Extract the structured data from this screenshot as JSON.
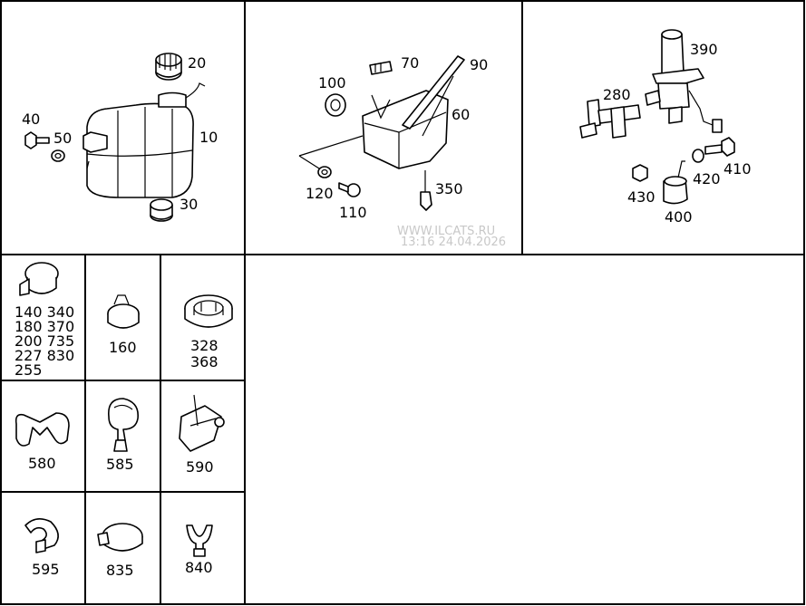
{
  "watermark": {
    "site": "WWW.ILCATS.RU",
    "stamp": "13:16 24.04.2026"
  },
  "labels": {
    "p10": "10",
    "p20": "20",
    "p30": "30",
    "p40": "40",
    "p50": "50",
    "p60": "60",
    "p70": "70",
    "p90": "90",
    "p100": "100",
    "p110": "110",
    "p120": "120",
    "p350": "350",
    "p390": "390",
    "p280": "280",
    "p400": "400",
    "p410": "410",
    "p420": "420",
    "p430": "430",
    "c1": [
      "140  340",
      "180  370",
      "200  735",
      "227  830",
      "255"
    ],
    "p160": "160",
    "p328": "328",
    "p368": "368",
    "p580": "580",
    "p585": "585",
    "p590": "590",
    "p595": "595",
    "p835": "835",
    "p840": "840"
  }
}
